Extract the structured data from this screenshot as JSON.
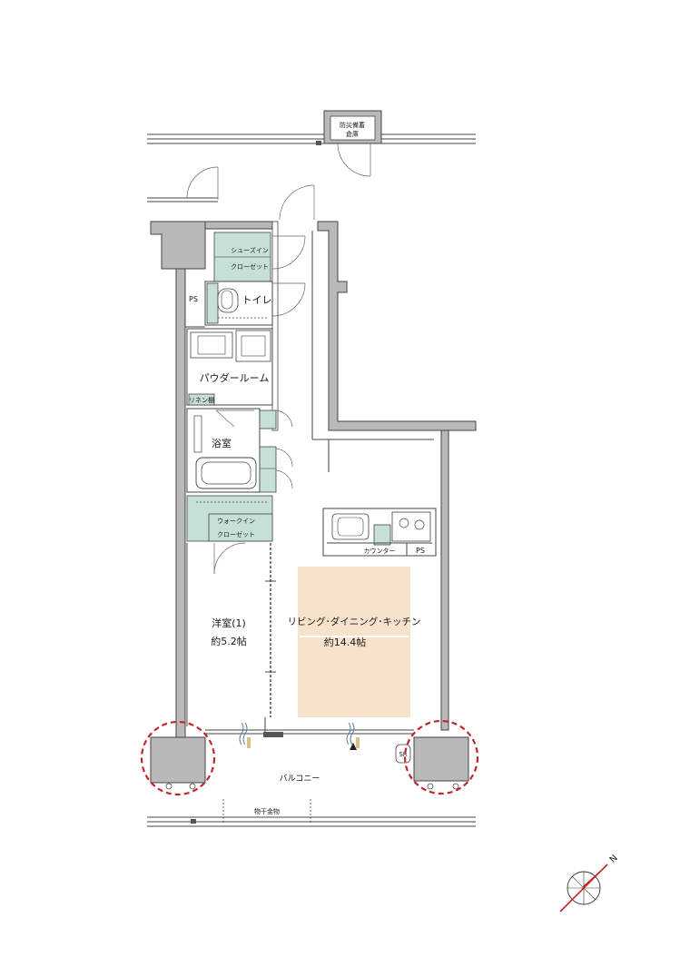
{
  "rooms": {
    "storage_top": "防災備蓄",
    "storage_bottom": "倉庫",
    "shoes_closet_1": "シューズイン",
    "shoes_closet_2": "クローゼット",
    "ps_left": "PS",
    "toilet": "トイレ",
    "powder_room": "パウダールーム",
    "linen": "リネン棚",
    "bathroom": "浴室",
    "walkin_1": "ウォークイン",
    "walkin_2": "クローゼット",
    "counter": "カウンター",
    "ps_right": "PS",
    "western_room_name": "洋室(1)",
    "western_room_size": "約5.2帖",
    "ldk_name": "リビング･ダイニング･キッチン",
    "ldk_size": "約14.4帖",
    "balcony": "バルコニー",
    "drying_hardware": "物干金物",
    "sr_label": "SR"
  },
  "compass": {
    "north_label": "N"
  },
  "colors": {
    "storage_teal": "#c6dfd9",
    "ldk_fill": "#f7e2cc",
    "highlight_red": "#c0272d",
    "wall_gray": "#b9b9b9"
  }
}
